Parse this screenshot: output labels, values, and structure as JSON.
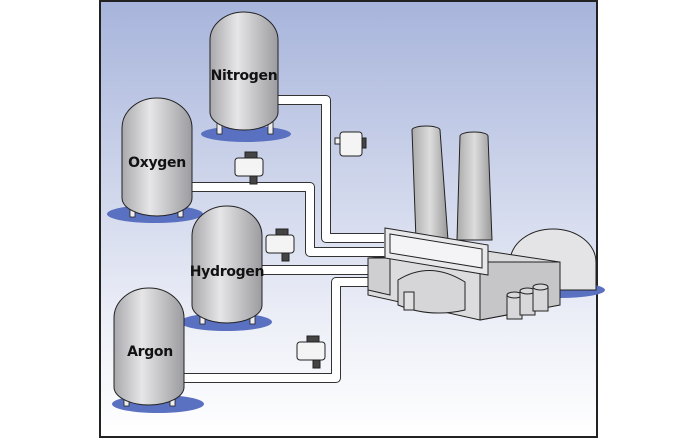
{
  "tanks": [
    {
      "label": "Nitrogen"
    },
    {
      "label": "Oxygen"
    },
    {
      "label": "Hydrogen"
    },
    {
      "label": "Argon"
    }
  ],
  "colors": {
    "sky_top": "#a7b4db",
    "sky_bottom": "#ffffff",
    "shadow": "#5a70c0",
    "tank": "#c8c8ca",
    "pipe": "#ffffff"
  }
}
